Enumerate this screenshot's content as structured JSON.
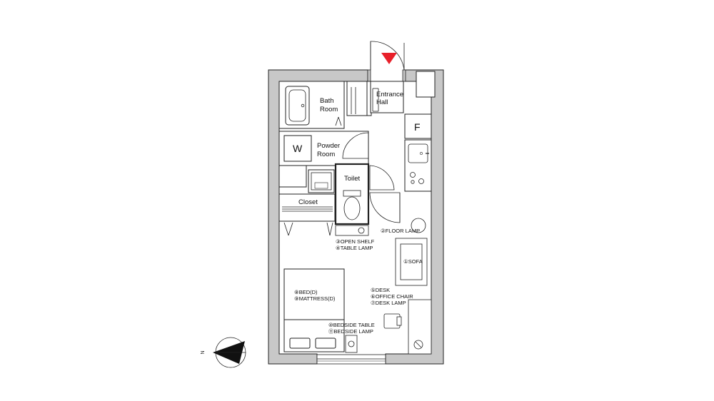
{
  "rooms": {
    "bath_line1": "Bath",
    "bath_line2": "Room",
    "entrance_line1": "Entrance",
    "entrance_line2": "Hall",
    "powder_line1": "Powder",
    "powder_line2": "Room",
    "toilet": "Toilet",
    "closet": "Closet"
  },
  "symbols": {
    "fridge": "F",
    "washer": "W"
  },
  "furniture": {
    "floor_lamp": "②FLOOR LAMP",
    "open_shelf": "③OPEN SHELF",
    "table_lamp": "④TABLE LAMP",
    "sofa": "①SOFA",
    "bed": "⑧BED(D)",
    "mattress": "⑨MATTRESS(D)",
    "desk": "⑤DESK",
    "office_chair": "⑥OFFICE CHAIR",
    "desk_lamp": "⑦DESK LAMP",
    "bedside_table": "⑩BEDSIDE TABLE",
    "bedside_lamp": "⑪BEDSIDE LAMP"
  },
  "compass": {
    "north": "N"
  },
  "colors": {
    "wall": "#c8c8c8",
    "line": "#222222",
    "entrance_marker": "#e8202a"
  }
}
